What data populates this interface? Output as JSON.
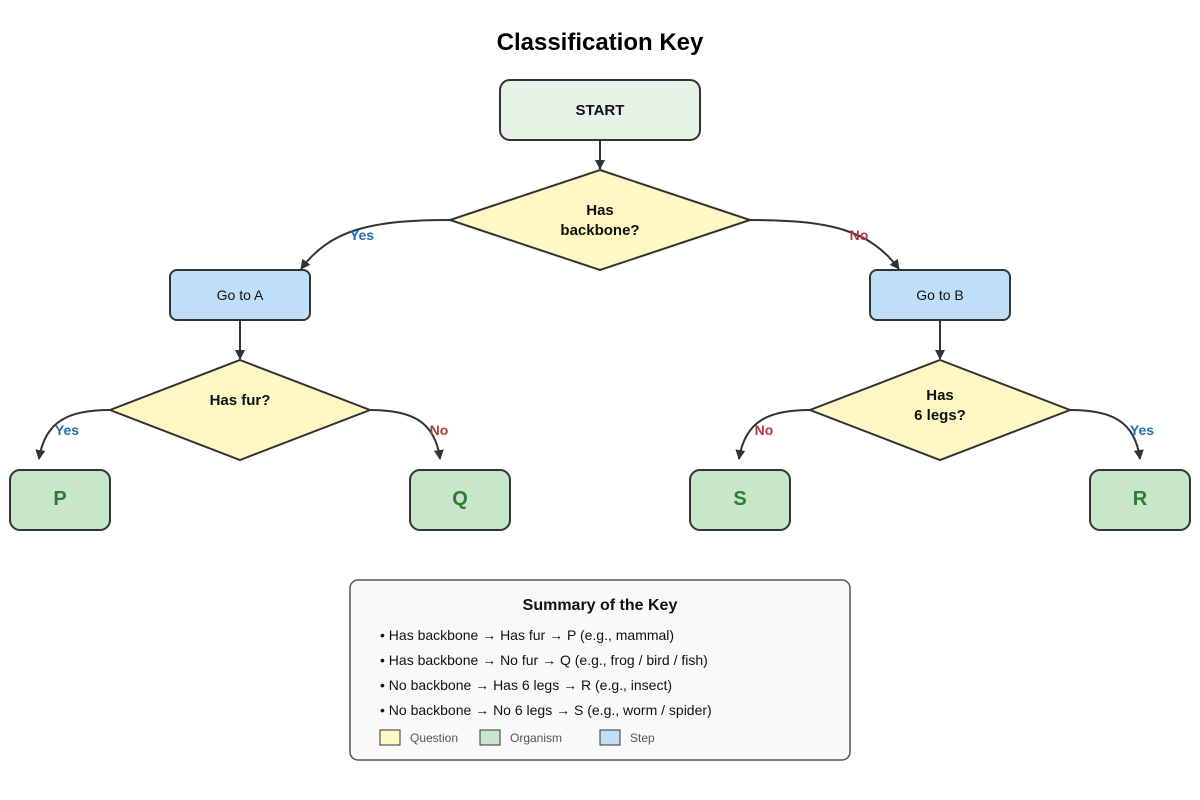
{
  "title": "Classification Key",
  "start": "START",
  "q1": {
    "line1": "Has",
    "line2": "backbone?"
  },
  "step_a": "Go to A",
  "step_b": "Go to B",
  "q2": {
    "line1": "Has fur?"
  },
  "q3": {
    "line1": "Has",
    "line2": "6 legs?"
  },
  "organisms": {
    "p": "P",
    "q": "Q",
    "s": "S",
    "r": "R"
  },
  "edge_labels": {
    "q1_yes": "Yes",
    "q1_no": "No",
    "q2_yes": "Yes",
    "q2_no": "No",
    "q3_no": "No",
    "q3_yes": "Yes"
  },
  "summary": {
    "title": "Summary of the Key",
    "lines": [
      "• Has backbone → Has fur → P (e.g., mammal)",
      "• Has backbone → No fur → Q (e.g., frog / bird / fish)",
      "• No backbone → Has 6 legs → R (e.g., insect)",
      "• No backbone → No 6 legs → S (e.g., worm / spider)"
    ]
  },
  "legend": {
    "question": "Question",
    "organism": "Organism",
    "step": "Step"
  },
  "colors": {
    "start_fill": "#e6f4e8",
    "question_fill": "#fff8c4",
    "step_fill": "#bfdff8",
    "organism_fill": "#c8e6c9",
    "organism_text": "#2e7d32",
    "yes": "#1f6fb2",
    "no": "#b23a3a",
    "border": "#333333"
  }
}
